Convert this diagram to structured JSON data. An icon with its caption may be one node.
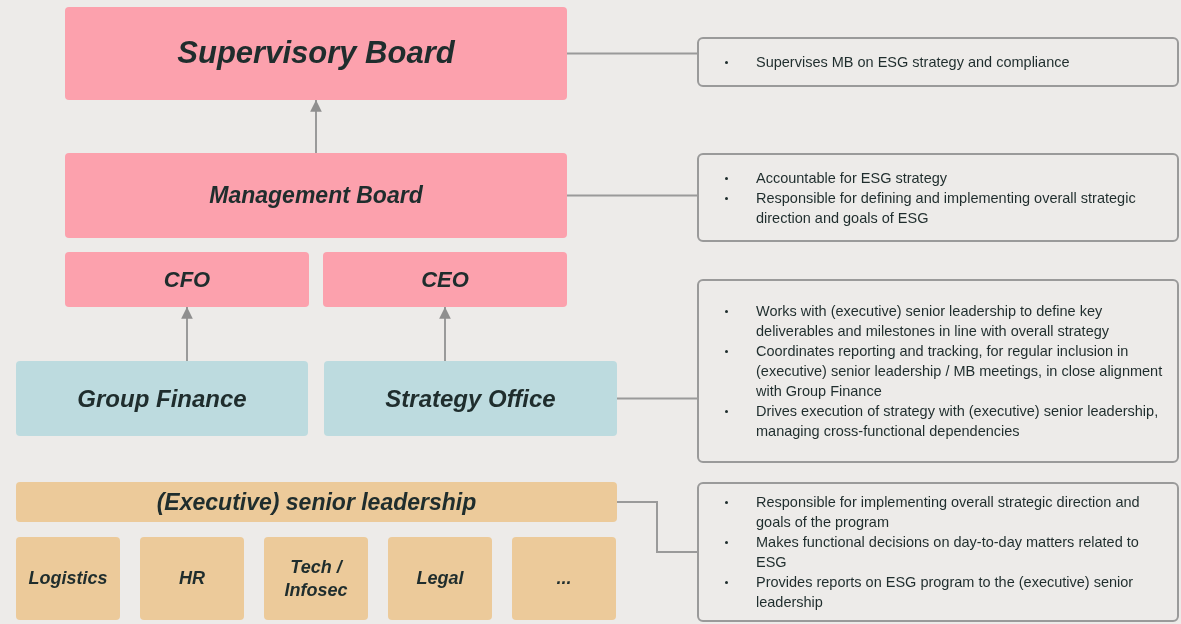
{
  "diagram": {
    "nodes": [
      {
        "text": [
          "Supervisory Board"
        ]
      },
      {
        "text": [
          "Management Board"
        ]
      },
      {
        "text": [
          "CFO"
        ]
      },
      {
        "text": [
          "CEO"
        ]
      },
      {
        "text": [
          "Group Finance"
        ]
      },
      {
        "text": [
          "Strategy Office"
        ]
      },
      {
        "text": [
          "(Executive) senior leadership"
        ]
      },
      {
        "text": [
          "Logistics"
        ]
      },
      {
        "text": [
          "HR"
        ]
      },
      {
        "text": [
          "Tech / Infosec"
        ]
      },
      {
        "text": [
          "Legal"
        ]
      },
      {
        "text": [
          "..."
        ]
      },
      {
        "text": [
          "Supervises MB on ESG strategy and compliance"
        ]
      },
      {
        "text": [
          "Accountable for ESG strategy",
          "Responsible for defining and implementing overall strategic direction and goals of ESG"
        ]
      },
      {
        "text": [
          "Works with (executive) senior leadership to define key deliverables and milestones in line with overall strategy",
          "Coordinates reporting and tracking, for regular inclusion in (executive) senior leadership / MB meetings, in close alignment with Group Finance",
          "Drives execution of strategy with (executive) senior leadership, managing cross-functional dependencies"
        ]
      },
      {
        "text": [
          "Responsible for implementing overall strategic direction and goals of the program",
          "Makes functional decisions on day-to-day matters related to ESG",
          "Provides reports on ESG program to the (executive) senior leadership"
        ]
      }
    ],
    "edges": [
      {
        "from": 1,
        "to": 0,
        "arrow": "to"
      },
      {
        "from": 4,
        "to": 2,
        "arrow": "to"
      },
      {
        "from": 5,
        "to": 3,
        "arrow": "to"
      },
      {
        "from": 0,
        "to": 12,
        "arrow": "none"
      },
      {
        "from": 1,
        "to": 13,
        "arrow": "none"
      },
      {
        "from": 5,
        "to": 14,
        "arrow": "none"
      },
      {
        "from": 6,
        "to": 15,
        "arrow": "none"
      }
    ]
  }
}
